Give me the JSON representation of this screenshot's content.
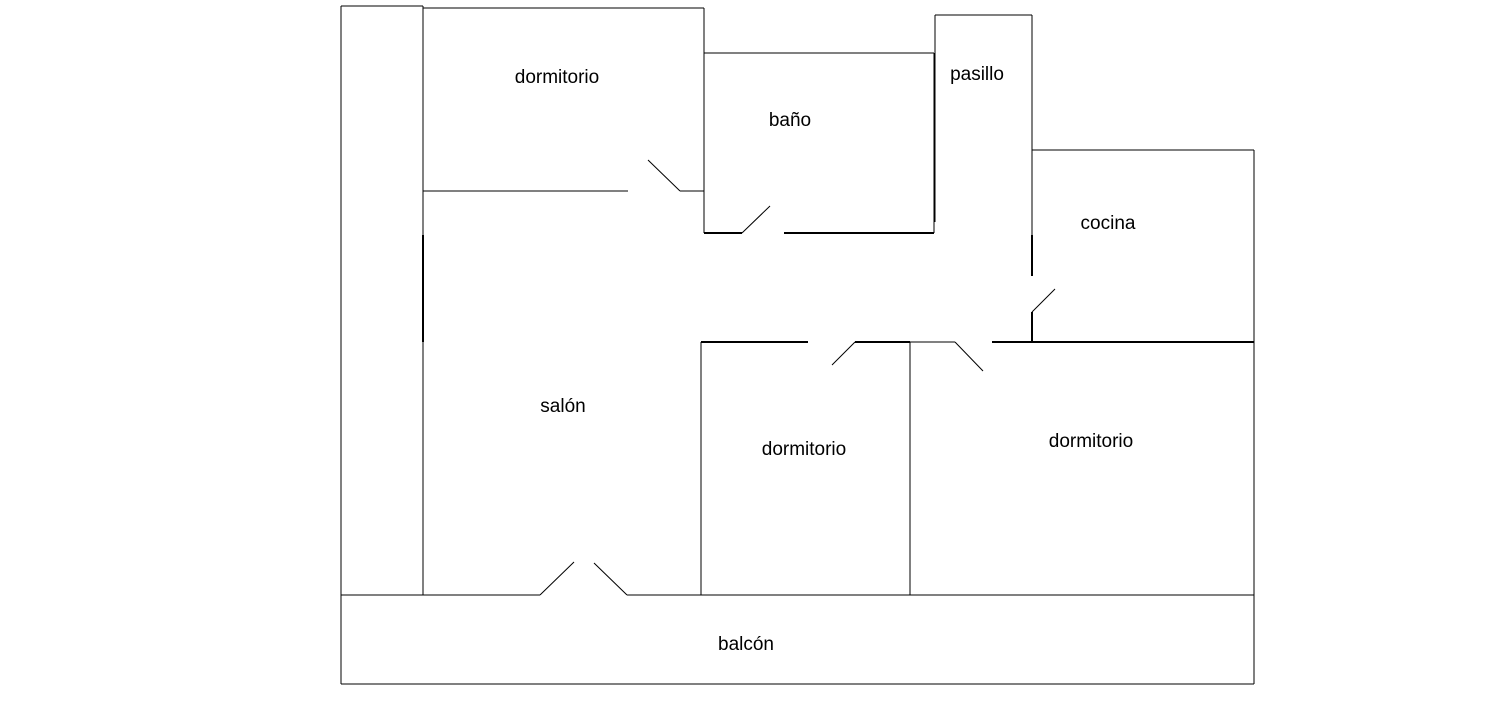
{
  "floor_plan": {
    "rooms": [
      {
        "id": "dormitorio-top",
        "label": "dormitorio"
      },
      {
        "id": "bano",
        "label": "baño"
      },
      {
        "id": "pasillo",
        "label": "pasillo"
      },
      {
        "id": "cocina",
        "label": "cocina"
      },
      {
        "id": "salon",
        "label": "salón"
      },
      {
        "id": "dormitorio-middle",
        "label": "dormitorio"
      },
      {
        "id": "dormitorio-right",
        "label": "dormitorio"
      },
      {
        "id": "balcon",
        "label": "balcón"
      }
    ]
  }
}
